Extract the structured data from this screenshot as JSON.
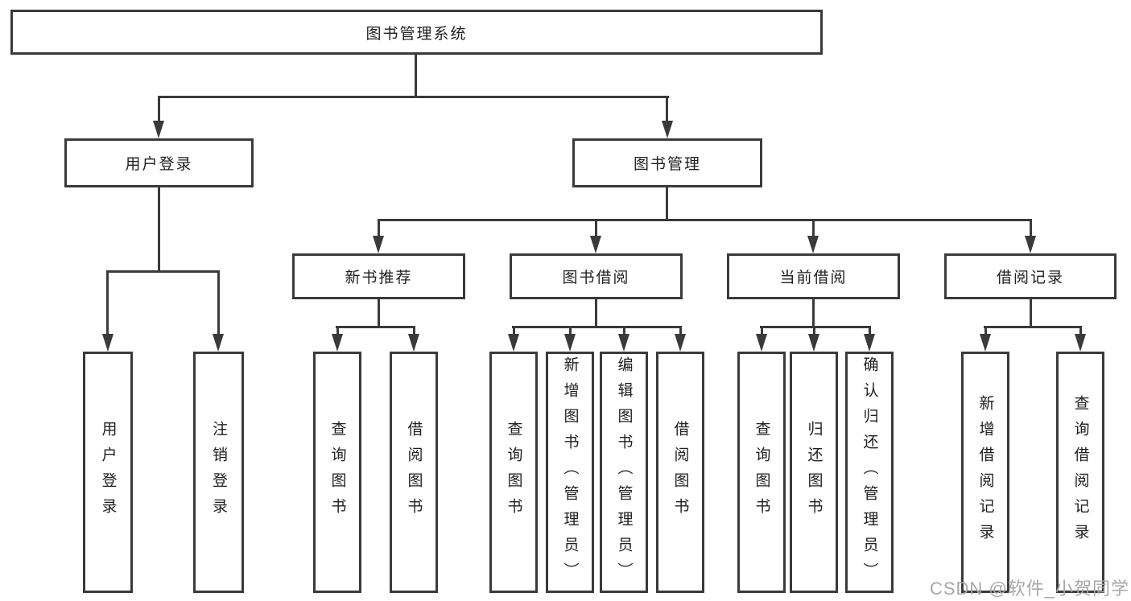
{
  "tree": {
    "label": "图书管理系统",
    "children": [
      {
        "label": "用户登录",
        "children": [
          {
            "label": "用户登录"
          },
          {
            "label": "注销登录"
          }
        ]
      },
      {
        "label": "图书管理",
        "children": [
          {
            "label": "新书推荐",
            "children": [
              {
                "label": "查询图书"
              },
              {
                "label": "借阅图书"
              }
            ]
          },
          {
            "label": "图书借阅",
            "children": [
              {
                "label": "查询图书"
              },
              {
                "label": "新增图书（管理员）"
              },
              {
                "label": "编辑图书（管理员）"
              },
              {
                "label": "借阅图书"
              }
            ]
          },
          {
            "label": "当前借阅",
            "children": [
              {
                "label": "查询图书"
              },
              {
                "label": "归还图书"
              },
              {
                "label": "确认归还（管理员）"
              }
            ]
          },
          {
            "label": "借阅记录",
            "children": [
              {
                "label": "新增借阅记录"
              },
              {
                "label": "查询借阅记录"
              }
            ]
          }
        ]
      }
    ]
  },
  "watermark": "CSDN @软件_小贺同学",
  "colors": {
    "line": "#3a3a3a",
    "text": "#1f1f1f",
    "background": "#ffffff",
    "watermark": "#a8a8a8"
  }
}
